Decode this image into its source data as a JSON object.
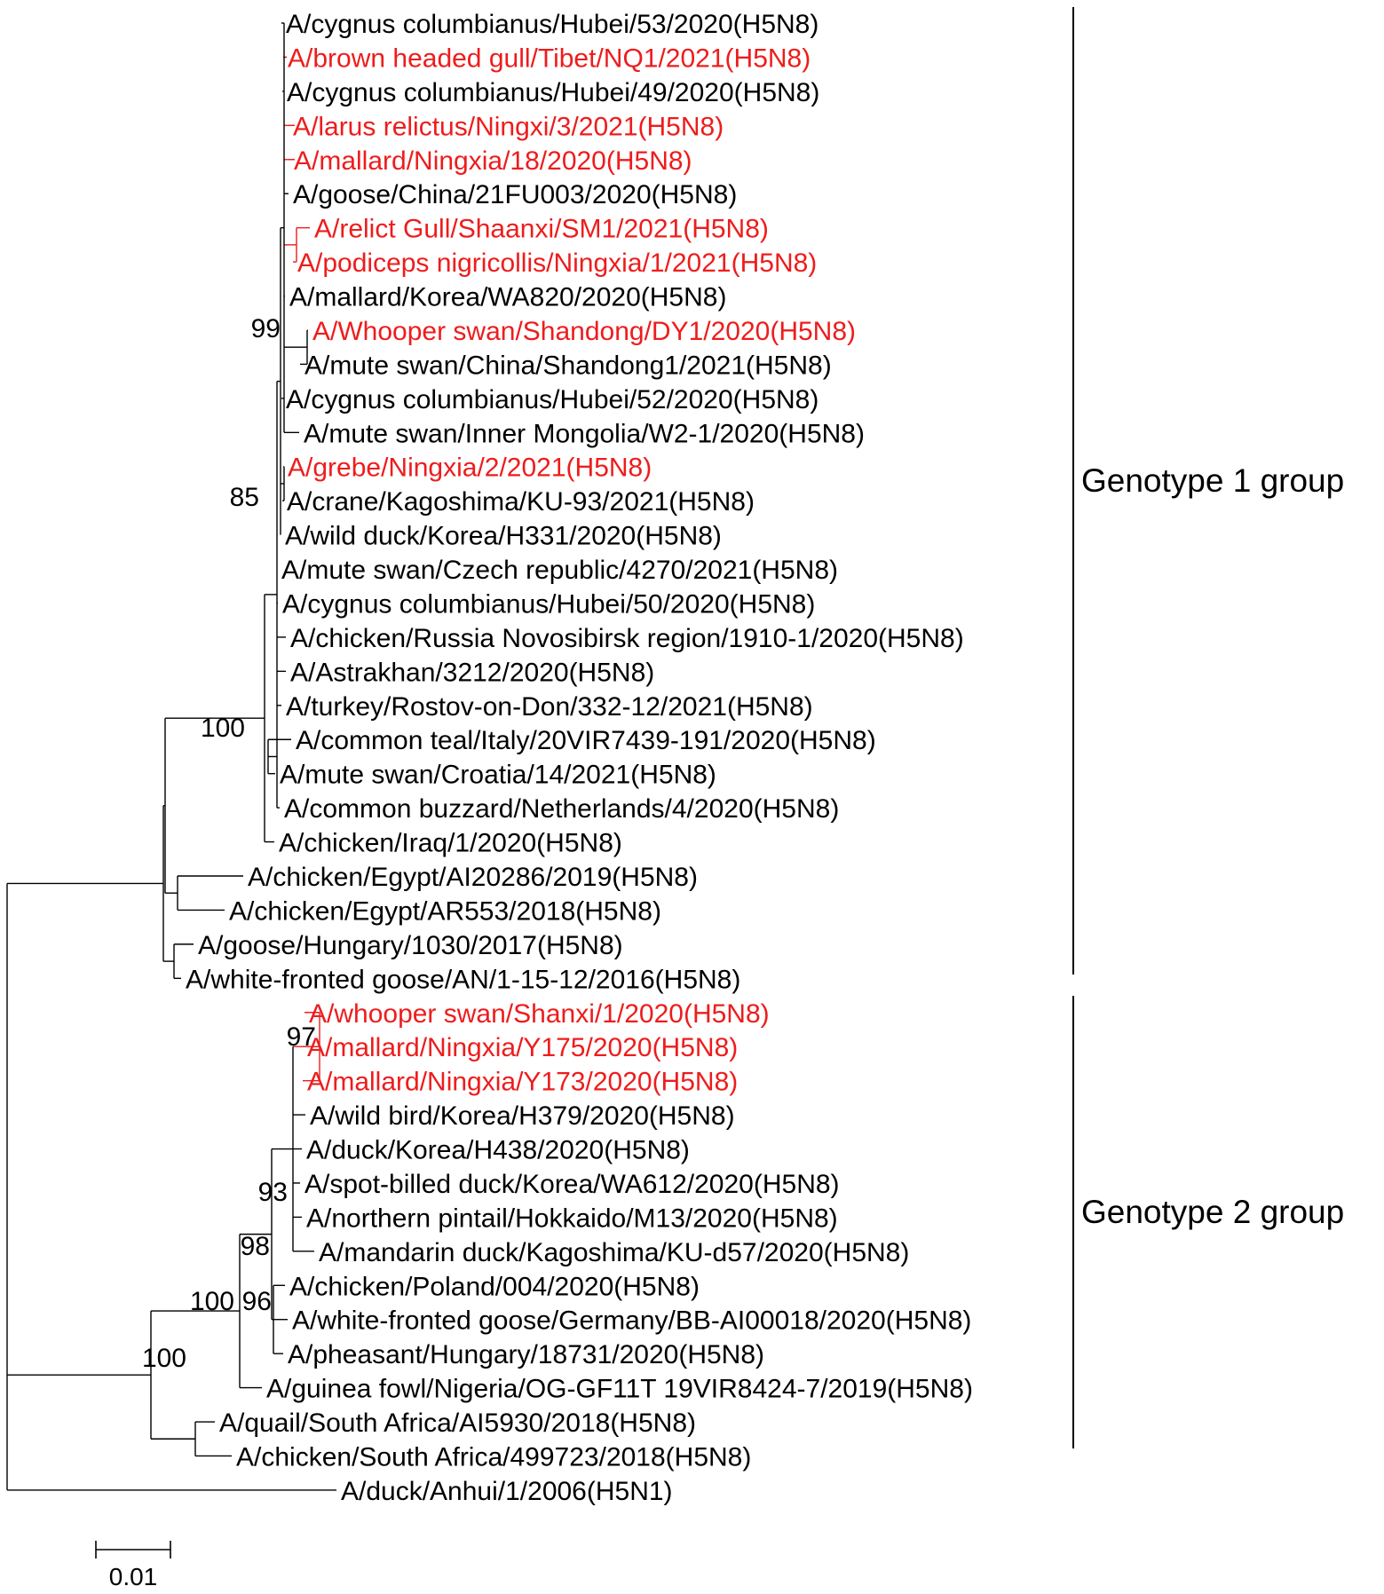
{
  "colors": {
    "black": "#000000",
    "red": "#ee1c1c"
  },
  "leaves": [
    {
      "id": 0,
      "label": "A/cygnus columbianus/Hubei/53/2020(H5N8)",
      "color": "black"
    },
    {
      "id": 1,
      "label": "A/brown headed gull/Tibet/NQ1/2021(H5N8)",
      "color": "red"
    },
    {
      "id": 2,
      "label": "A/cygnus columbianus/Hubei/49/2020(H5N8)",
      "color": "black"
    },
    {
      "id": 3,
      "label": "A/larus relictus/Ningxi/3/2021(H5N8)",
      "color": "red"
    },
    {
      "id": 4,
      "label": "A/mallard/Ningxia/18/2020(H5N8)",
      "color": "red"
    },
    {
      "id": 5,
      "label": "A/goose/China/21FU003/2020(H5N8)",
      "color": "black"
    },
    {
      "id": 6,
      "label": "A/relict Gull/Shaanxi/SM1/2021(H5N8)",
      "color": "red"
    },
    {
      "id": 7,
      "label": "A/podiceps nigricollis/Ningxia/1/2021(H5N8)",
      "color": "red"
    },
    {
      "id": 8,
      "label": "A/mallard/Korea/WA820/2020(H5N8)",
      "color": "black"
    },
    {
      "id": 9,
      "label": "A/Whooper swan/Shandong/DY1/2020(H5N8)",
      "color": "red"
    },
    {
      "id": 10,
      "label": "A/mute swan/China/Shandong1/2021(H5N8)",
      "color": "black"
    },
    {
      "id": 11,
      "label": "A/cygnus columbianus/Hubei/52/2020(H5N8)",
      "color": "black"
    },
    {
      "id": 12,
      "label": "A/mute swan/Inner Mongolia/W2-1/2020(H5N8)",
      "color": "black"
    },
    {
      "id": 13,
      "label": "A/grebe/Ningxia/2/2021(H5N8)",
      "color": "red"
    },
    {
      "id": 14,
      "label": "A/crane/Kagoshima/KU-93/2021(H5N8)",
      "color": "black"
    },
    {
      "id": 15,
      "label": "A/wild duck/Korea/H331/2020(H5N8)",
      "color": "black"
    },
    {
      "id": 16,
      "label": "A/mute swan/Czech republic/4270/2021(H5N8)",
      "color": "black"
    },
    {
      "id": 17,
      "label": "A/cygnus columbianus/Hubei/50/2020(H5N8)",
      "color": "black"
    },
    {
      "id": 18,
      "label": "A/chicken/Russia Novosibirsk region/1910-1/2020(H5N8)",
      "color": "black"
    },
    {
      "id": 19,
      "label": "A/Astrakhan/3212/2020(H5N8)",
      "color": "black"
    },
    {
      "id": 20,
      "label": "A/turkey/Rostov-on-Don/332-12/2021(H5N8)",
      "color": "black"
    },
    {
      "id": 21,
      "label": "A/common teal/Italy/20VIR7439-191/2020(H5N8)",
      "color": "black"
    },
    {
      "id": 22,
      "label": "A/mute swan/Croatia/14/2021(H5N8)",
      "color": "black"
    },
    {
      "id": 23,
      "label": "A/common buzzard/Netherlands/4/2020(H5N8)",
      "color": "black"
    },
    {
      "id": 24,
      "label": "A/chicken/Iraq/1/2020(H5N8)",
      "color": "black"
    },
    {
      "id": 25,
      "label": "A/chicken/Egypt/AI20286/2019(H5N8)",
      "color": "black"
    },
    {
      "id": 26,
      "label": "A/chicken/Egypt/AR553/2018(H5N8)",
      "color": "black"
    },
    {
      "id": 27,
      "label": "A/goose/Hungary/1030/2017(H5N8)",
      "color": "black"
    },
    {
      "id": 28,
      "label": "A/white-fronted goose/AN/1-15-12/2016(H5N8)",
      "color": "black"
    },
    {
      "id": 29,
      "label": "A/whooper swan/Shanxi/1/2020(H5N8)",
      "color": "red"
    },
    {
      "id": 30,
      "label": "A/mallard/Ningxia/Y175/2020(H5N8)",
      "color": "red"
    },
    {
      "id": 31,
      "label": "A/mallard/Ningxia/Y173/2020(H5N8)",
      "color": "red"
    },
    {
      "id": 32,
      "label": "A/wild bird/Korea/H379/2020(H5N8)",
      "color": "black"
    },
    {
      "id": 33,
      "label": "A/duck/Korea/H438/2020(H5N8)",
      "color": "black"
    },
    {
      "id": 34,
      "label": "A/spot-billed duck/Korea/WA612/2020(H5N8)",
      "color": "black"
    },
    {
      "id": 35,
      "label": "A/northern pintail/Hokkaido/M13/2020(H5N8)",
      "color": "black"
    },
    {
      "id": 36,
      "label": "A/mandarin duck/Kagoshima/KU-d57/2020(H5N8)",
      "color": "black"
    },
    {
      "id": 37,
      "label": "A/chicken/Poland/004/2020(H5N8)",
      "color": "black"
    },
    {
      "id": 38,
      "label": "A/white-fronted goose/Germany/BB-AI00018/2020(H5N8)",
      "color": "black"
    },
    {
      "id": 39,
      "label": "A/pheasant/Hungary/18731/2020(H5N8)",
      "color": "black"
    },
    {
      "id": 40,
      "label": "A/guinea fowl/Nigeria/OG-GF11T 19VIR8424-7/2019(H5N8)",
      "color": "black"
    },
    {
      "id": 41,
      "label": "A/quail/South Africa/AI5930/2018(H5N8)",
      "color": "black"
    },
    {
      "id": 42,
      "label": "A/chicken/South Africa/499723/2018(H5N8)",
      "color": "black"
    },
    {
      "id": 43,
      "label": "A/duck/Anhui/1/2006(H5N1)",
      "color": "black"
    }
  ],
  "bootstrap": [
    {
      "id": "b99",
      "label": "99"
    },
    {
      "id": "b85",
      "label": "85"
    },
    {
      "id": "b100a",
      "label": "100"
    },
    {
      "id": "b97",
      "label": "97"
    },
    {
      "id": "b93",
      "label": "93"
    },
    {
      "id": "b98",
      "label": "98"
    },
    {
      "id": "b100b",
      "label": "100"
    },
    {
      "id": "b96",
      "label": "96"
    },
    {
      "id": "b100c",
      "label": "100"
    }
  ],
  "groups": [
    {
      "id": "g1",
      "label": "Genotype 1 group"
    },
    {
      "id": "g2",
      "label": "Genotype 2 group"
    }
  ],
  "scale": {
    "label": "0.01"
  }
}
